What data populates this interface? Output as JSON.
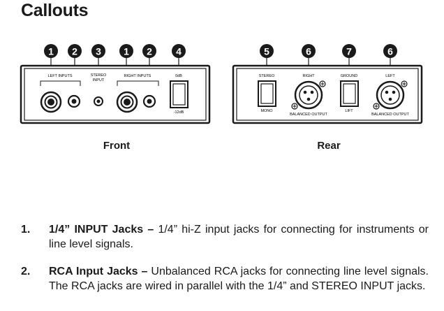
{
  "heading": "Callouts",
  "front": {
    "caption": "Front",
    "callouts": [
      "1",
      "2",
      "3",
      "1",
      "2",
      "4"
    ],
    "labels": {
      "left_inputs": "LEFT INPUTS",
      "stereo_input_1": "STEREO",
      "stereo_input_2": "INPUT",
      "right_inputs": "RIGHT INPUTS",
      "odb": "0dB",
      "minus_12db": "-12dB"
    }
  },
  "rear": {
    "caption": "Rear",
    "callouts": [
      "5",
      "6",
      "7",
      "6"
    ],
    "labels": {
      "stereo": "STEREO",
      "mono": "MONO",
      "right": "RIGHT",
      "balanced_output_r": "BALANCED OUTPUT",
      "ground": "GROUND",
      "lift": "LIFT",
      "left": "LEFT",
      "balanced_output_l": "BALANCED OUTPUT"
    }
  },
  "items": [
    {
      "number": "1.",
      "term": "1/4” INPUT Jacks –",
      "text": " 1/4” hi-Z input jacks for connecting for instruments or line level signals."
    },
    {
      "number": "2.",
      "term": "RCA Input Jacks –",
      "text": " Unbalanced RCA jacks for connecting line level signals. The RCA jacks are wired in parallel with the 1/4” and STEREO INPUT jacks."
    }
  ]
}
